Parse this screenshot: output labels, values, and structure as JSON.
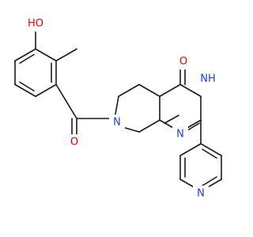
{
  "molecule": {
    "atoms": {
      "oh": "HO",
      "o_carbonyl": "O",
      "o_ring": "O",
      "nh": "NH",
      "n_piperidine": "N",
      "n_pyrimidine": "N",
      "n_pyridine": "N"
    },
    "colors": {
      "bond": "#1a1a1a",
      "oxygen": "#e00000",
      "nitrogen": "#1f3fd0"
    }
  }
}
